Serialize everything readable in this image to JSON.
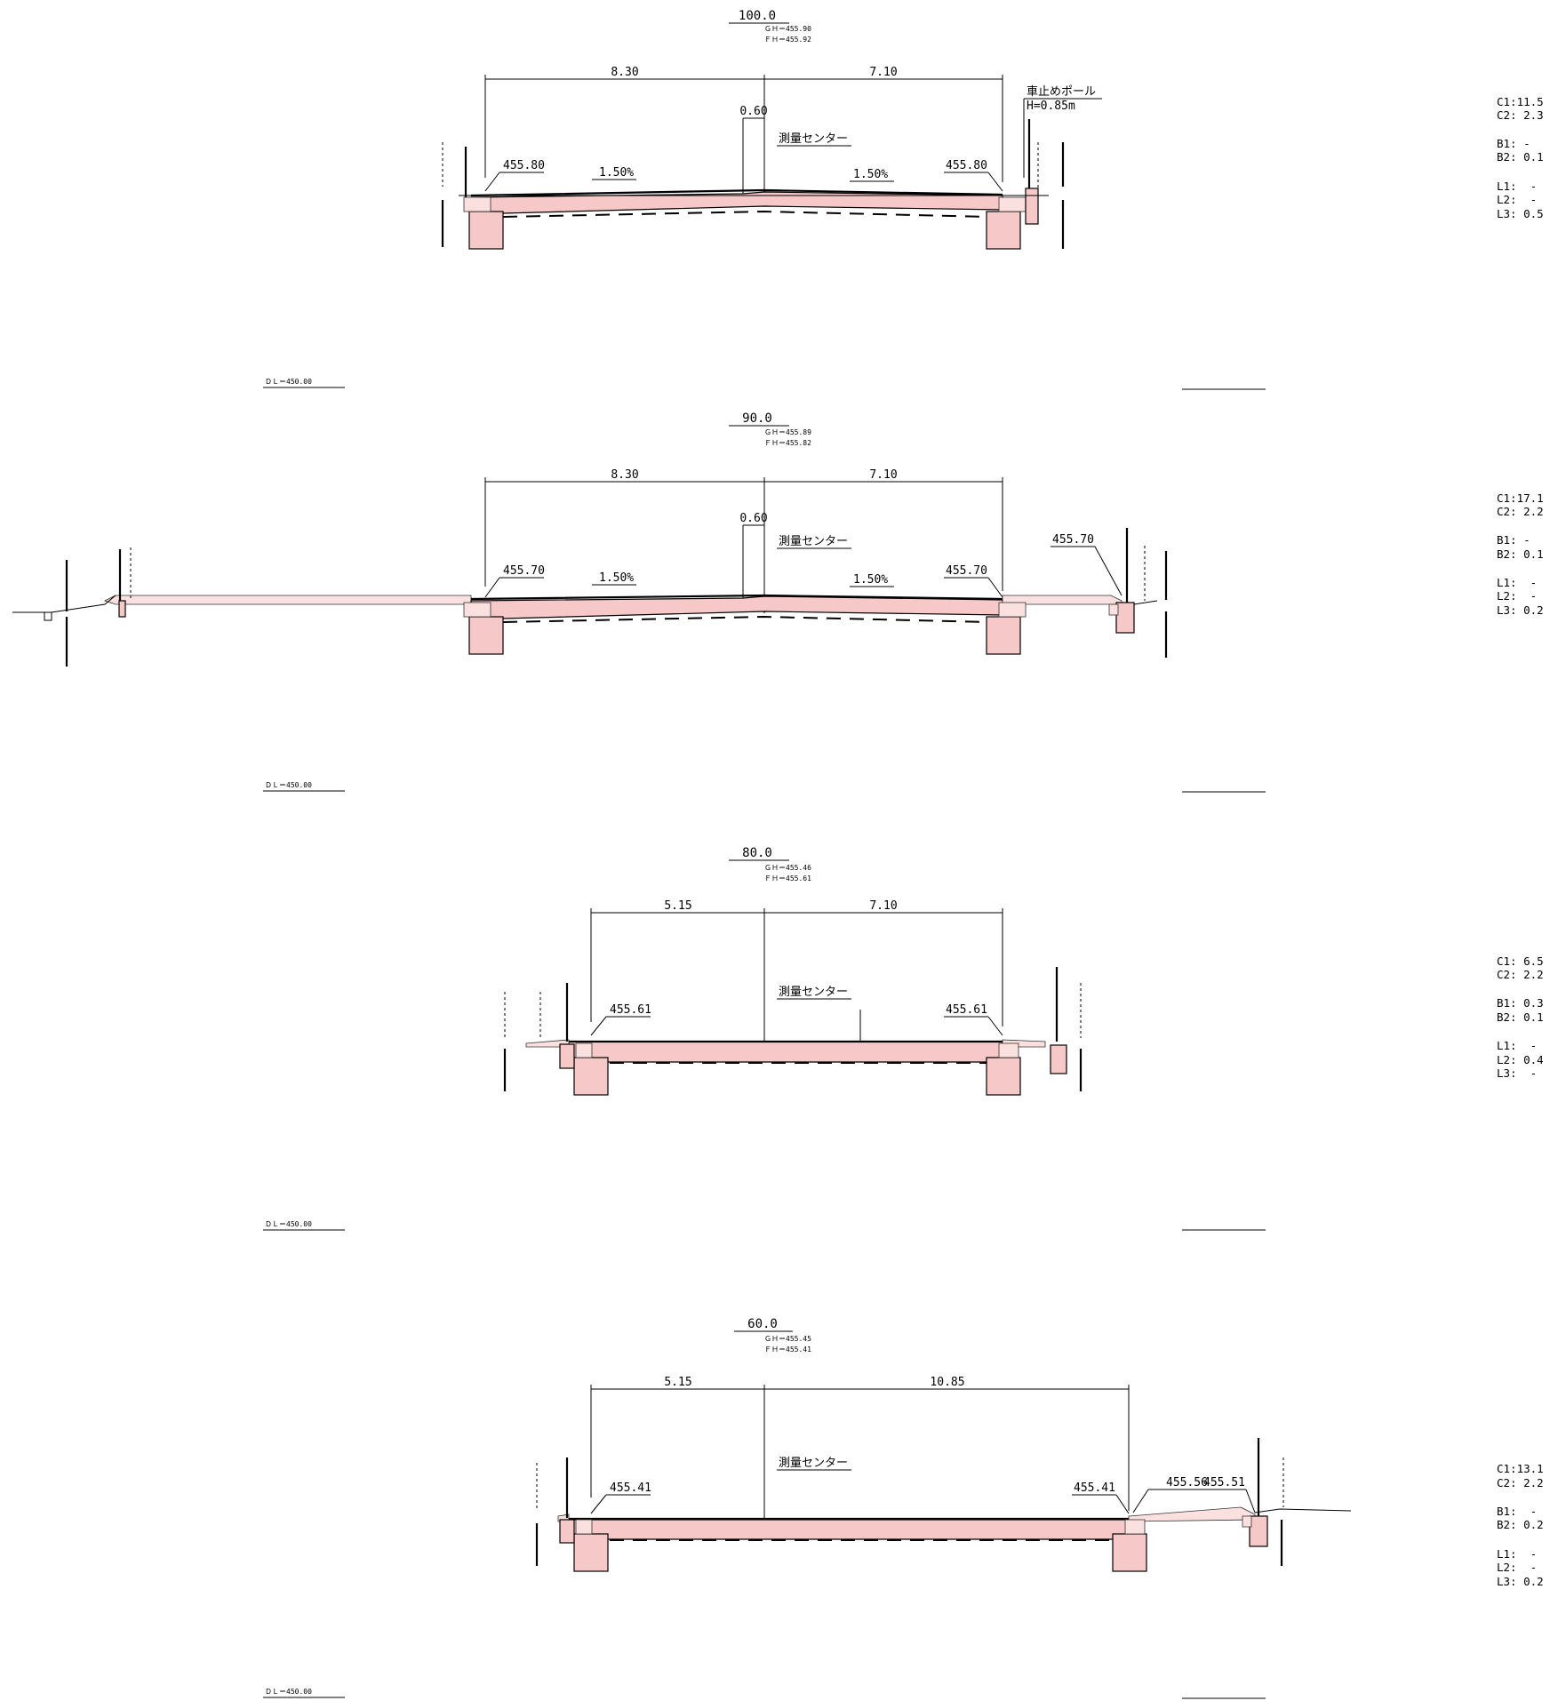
{
  "sections": [
    {
      "station": "100.0",
      "gh": "ＧＨ＝455.90",
      "fh": "ＦＨ＝455.92",
      "dim_left": "8.30",
      "dim_right": "7.10",
      "dim_center": "0.60",
      "center_label": "測量センター",
      "elev_left": "455.80",
      "elev_right": "455.80",
      "slope_left": "1.50%",
      "slope_right": "1.50%",
      "note_line1": "車止めポール",
      "note_line2": "H=0.85m",
      "dl": "ＤＬ＝450.00",
      "side": [
        "C1:11.5",
        "C2: 2.3",
        "B1: -",
        "B2: 0.1",
        "L1:  -",
        "L2:  -",
        "L3: 0.5"
      ]
    },
    {
      "station": "90.0",
      "gh": "ＧＨ＝455.89",
      "fh": "ＦＨ＝455.82",
      "dim_left": "8.30",
      "dim_right": "7.10",
      "dim_center": "0.60",
      "center_label": "測量センター",
      "elev_left": "455.70",
      "elev_right": "455.70",
      "elev_far_right": "455.70",
      "slope_left": "1.50%",
      "slope_right": "1.50%",
      "dl": "ＤＬ＝450.00",
      "side": [
        "C1:17.1",
        "C2: 2.2",
        "B1: -",
        "B2: 0.1",
        "L1:  -",
        "L2:  -",
        "L3: 0.2"
      ]
    },
    {
      "station": "80.0",
      "gh": "ＧＨ＝455.46",
      "fh": "ＦＨ＝455.61",
      "dim_left": "5.15",
      "dim_right": "7.10",
      "center_label": "測量センター",
      "elev_left": "455.61",
      "elev_right": "455.61",
      "dl": "ＤＬ＝450.00",
      "side": [
        "C1: 6.5",
        "C2: 2.2",
        "B1: 0.3",
        "B2: 0.1",
        "L1:  -",
        "L2: 0.4",
        "L3:  -"
      ]
    },
    {
      "station": "60.0",
      "gh": "ＧＨ＝455.45",
      "fh": "ＦＨ＝455.41",
      "dim_left": "5.15",
      "dim_right": "10.85",
      "center_label": "測量センター",
      "elev_left": "455.41",
      "elev_right": "455.41",
      "elev_extra1": "455.56",
      "elev_extra2": "455.51",
      "dl": "ＤＬ＝450.00",
      "side": [
        "C1:13.1",
        "C2: 2.2",
        "B1:  -",
        "B2: 0.2",
        "L1:  -",
        "L2:  -",
        "L3: 0.2"
      ]
    }
  ]
}
